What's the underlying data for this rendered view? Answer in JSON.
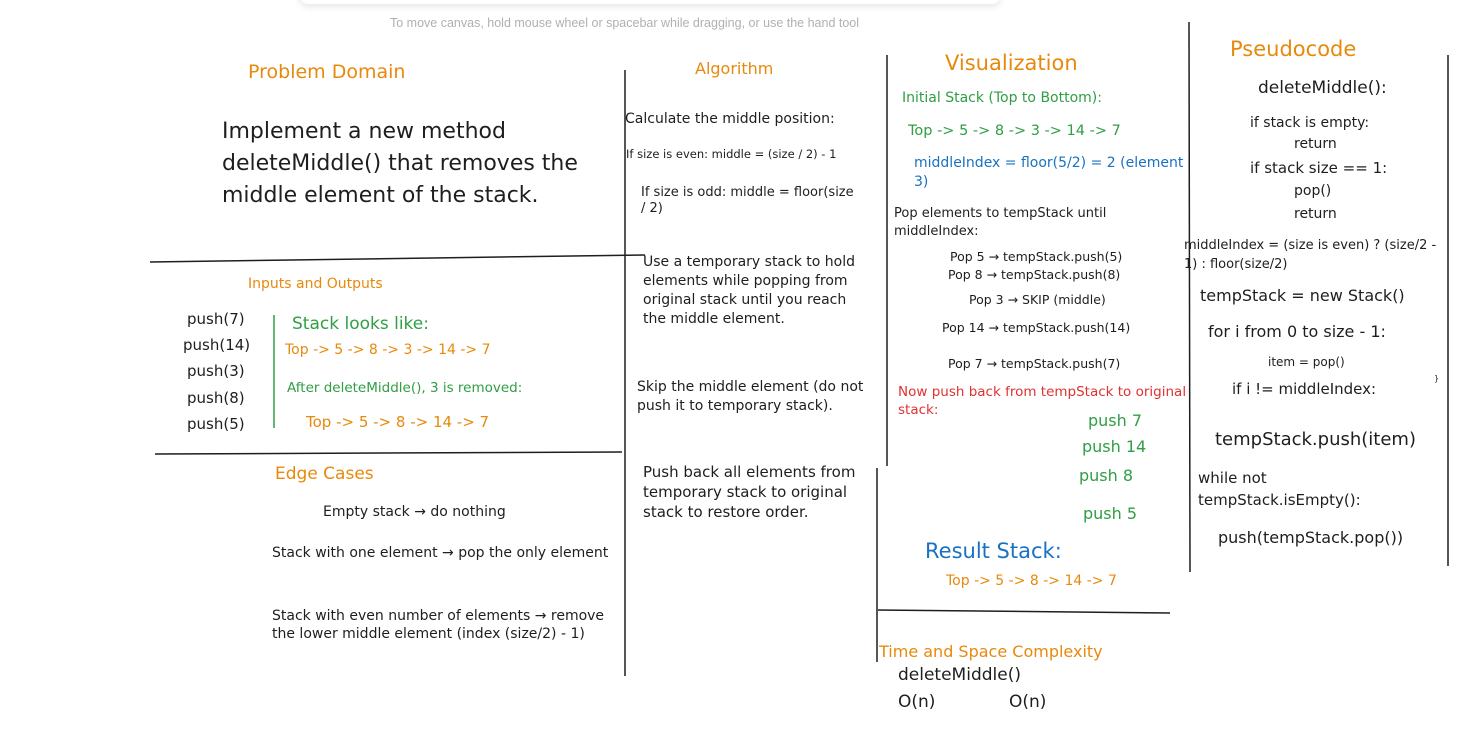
{
  "hint": "To move canvas, hold mouse wheel or spacebar while dragging, or use the hand tool",
  "problem": {
    "title": "Problem Domain",
    "body": "Implement a new method deleteMiddle() that removes the middle element of the stack."
  },
  "io": {
    "title": "Inputs and Outputs",
    "pushes": [
      "push(7)",
      "push(14)",
      "push(3)",
      "push(8)",
      "push(5)"
    ],
    "looks_like": "Stack looks like:",
    "stack_before": "Top -> 5 -> 8 -> 3 -> 14 -> 7",
    "after_note": "After deleteMiddle(), 3 is removed:",
    "stack_after": "Top -> 5 -> 8 -> 14 -> 7"
  },
  "edge": {
    "title": "Edge Cases",
    "case1": "Empty stack → do nothing",
    "case2": "Stack with one element → pop the only element",
    "case3": "Stack with even number of elements → remove the lower middle element (index (size/2) - 1)"
  },
  "algorithm": {
    "title": "Algorithm",
    "step1": "Calculate the middle position:",
    "even": "If size is even: middle = (size / 2) - 1",
    "odd": "If size is odd: middle = floor(size / 2)",
    "step2": "Use a temporary stack to hold elements while popping from original stack until you reach the middle element.",
    "step3": "Skip the middle element (do not push it to temporary stack).",
    "step4": "Push back all elements from temporary stack to original stack to restore order."
  },
  "visualization": {
    "title": "Visualization",
    "initial_label": "Initial Stack (Top to Bottom):",
    "initial_stack": "Top -> 5 -> 8 -> 3 -> 14 -> 7",
    "middle_index": "middleIndex = floor(5/2) = 2 (element 3)",
    "pop_note": "Pop elements to tempStack until middleIndex:",
    "pops": [
      "Pop 5 → tempStack.push(5)",
      "Pop 8 → tempStack.push(8)",
      "Pop 3 → SKIP (middle)",
      "Pop 14 → tempStack.push(14)",
      "Pop 7 → tempStack.push(7)"
    ],
    "pushback_note": "Now push back from tempStack to original stack:",
    "pushbacks": [
      "push 7",
      "push 14",
      "push 8",
      "push 5"
    ],
    "result_label": "Result Stack:",
    "result_stack": "Top -> 5 -> 8 -> 14 -> 7"
  },
  "complexity": {
    "title": "Time and Space Complexity",
    "method": "deleteMiddle()",
    "time": "O(n)",
    "space": "O(n)"
  },
  "pseudocode": {
    "title": "Pseudocode",
    "lines": [
      "deleteMiddle():",
      "if stack is empty:",
      "return",
      "if stack size == 1:",
      "pop()",
      "return",
      "middleIndex = (size is even) ? (size/2 - 1) : floor(size/2)",
      "tempStack = new Stack()",
      "for i from 0 to size - 1:",
      "item = pop()",
      "if i != middleIndex:",
      "}",
      "tempStack.push(item)",
      "while not tempStack.isEmpty():",
      "push(tempStack.pop())"
    ]
  },
  "colors": {
    "orange": "#e8890c",
    "green": "#2f9e44",
    "blue": "#1971c2",
    "red": "#e03131",
    "ink": "#1e1e1e"
  }
}
